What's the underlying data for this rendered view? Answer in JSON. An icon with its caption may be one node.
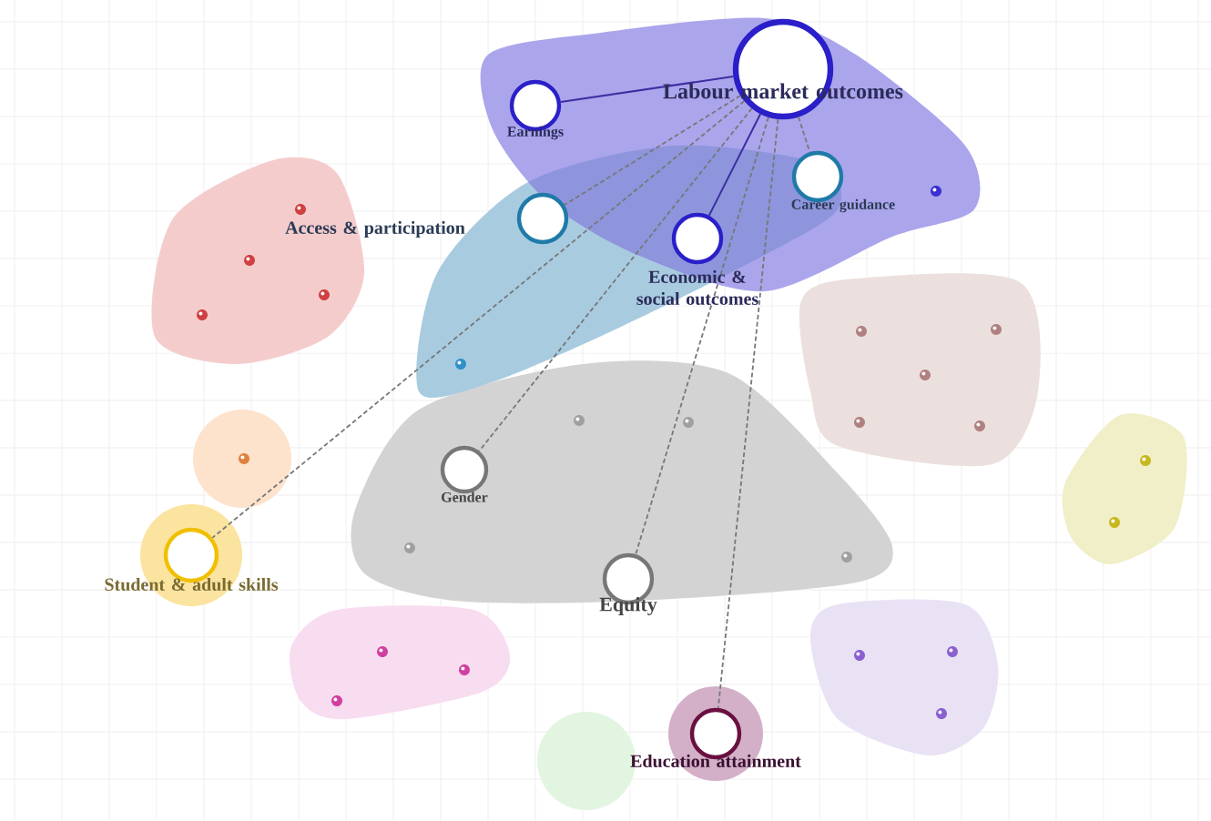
{
  "diagram": {
    "nodes": [
      {
        "text": [
          "Labour market outcomes"
        ]
      },
      {
        "text": [
          "Earnings"
        ]
      },
      {
        "text": [
          "Access & participation"
        ]
      },
      {
        "text": [
          "Career guidance"
        ]
      },
      {
        "text": [
          "Economic & social outcomes"
        ]
      },
      {
        "text": [
          "Gender"
        ]
      },
      {
        "text": [
          "Student & adult skills"
        ]
      },
      {
        "text": [
          "Equity"
        ]
      },
      {
        "text": [
          "Education attainment"
        ]
      }
    ],
    "edges": [
      {
        "from": 0,
        "to": 1,
        "arrow": "none",
        "color": "#3b2fa0"
      },
      {
        "from": 0,
        "to": 2,
        "arrow": "none",
        "style": "dashed"
      },
      {
        "from": 0,
        "to": 3,
        "arrow": "none",
        "style": "dashed"
      },
      {
        "from": 0,
        "to": 4,
        "arrow": "none",
        "color": "#3b2fa0"
      },
      {
        "from": 0,
        "to": 5,
        "arrow": "none",
        "style": "dashed"
      },
      {
        "from": 0,
        "to": 6,
        "arrow": "none",
        "style": "dashed"
      },
      {
        "from": 0,
        "to": 7,
        "arrow": "none",
        "style": "dashed"
      },
      {
        "from": 0,
        "to": 8,
        "arrow": "none",
        "style": "dashed"
      }
    ]
  }
}
